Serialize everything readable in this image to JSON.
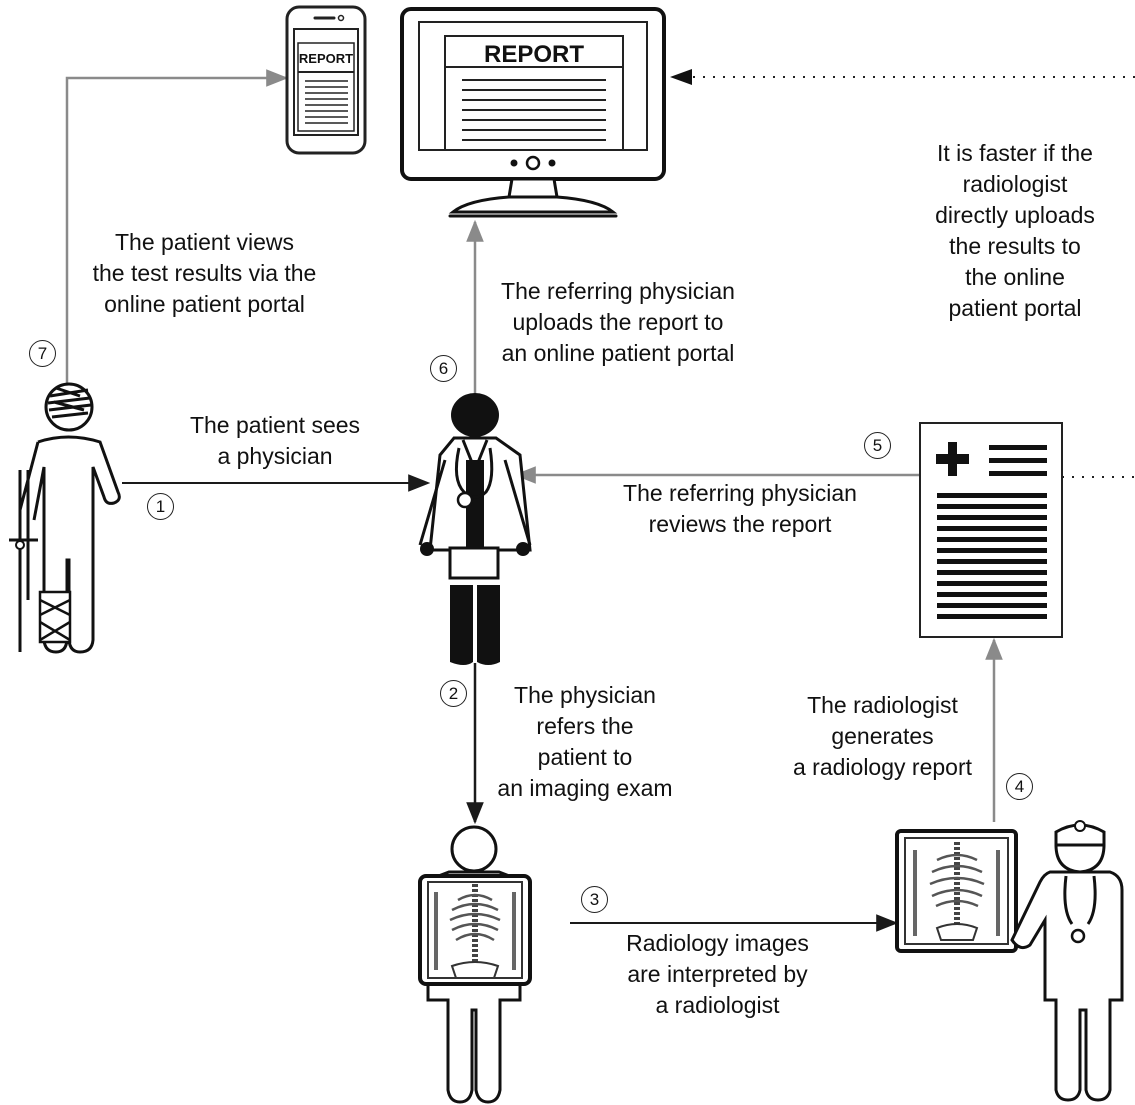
{
  "steps": [
    {
      "number": "1",
      "text": "The patient sees\na physician"
    },
    {
      "number": "2",
      "text": "The physician\nrefers the\npatient to\nan imaging exam"
    },
    {
      "number": "3",
      "text": "Radiology images\nare interpreted by\na radiologist"
    },
    {
      "number": "4",
      "text": "The radiologist\ngenerates\na radiology report"
    },
    {
      "number": "5",
      "text": "The referring physician\nreviews the report"
    },
    {
      "number": "6",
      "text": "The referring physician\nuploads the report to\nan online patient portal"
    },
    {
      "number": "7",
      "text": "The patient views\nthe test results via the\nonline patient portal"
    }
  ],
  "note": "It is faster if the\nradiologist\ndirectly uploads\nthe results to\nthe online\npatient portal",
  "screens": {
    "monitor_title": "REPORT",
    "phone_title": "REPORT"
  },
  "colors": {
    "ink": "#111111",
    "arrow_dark": "#1a1a1a",
    "arrow_gray": "#8a8a8a"
  },
  "icons": [
    "patient-icon",
    "physician-icon",
    "xray-patient-icon",
    "radiologist-icon",
    "report-document-icon",
    "monitor-icon",
    "phone-icon"
  ]
}
